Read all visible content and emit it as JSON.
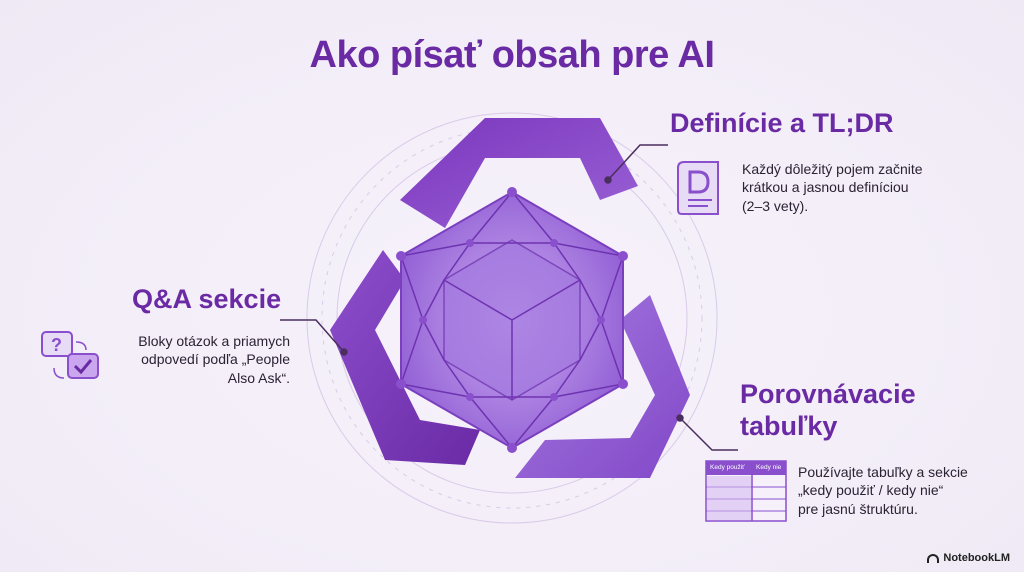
{
  "title": "Ako písať obsah pre AI",
  "sections": {
    "definitions": {
      "heading": "Definície a TL;DR",
      "text_line1": "Každý dôležitý pojem začnite",
      "text_line2": "krátkou a jasnou definíciou",
      "text_line3": "(2–3 vety)."
    },
    "qa": {
      "heading": "Q&A sekcie",
      "text_line1": "Bloky otázok a priamych",
      "text_line2": "odpovedí podľa „People",
      "text_line3": "Also Ask“."
    },
    "tables": {
      "heading_line1": "Porovnávacie",
      "heading_line2": "tabuľky",
      "text_line1": "Používajte tabuľky a sekcie",
      "text_line2": "„kedy použiť / kedy nie“",
      "text_line3": "pre jasnú štruktúru.",
      "table_header_1": "Kedy použiť",
      "table_header_2": "Kedy nie"
    }
  },
  "watermark": "NotebookLM",
  "colors": {
    "title": "#6a2aa3",
    "arrow_dark": "#6e2fb0",
    "arrow_light": "#b48ae0",
    "gem": "#9b6fd8"
  },
  "icons": [
    "document-d-icon",
    "chat-question-icon",
    "comparison-table-icon",
    "notebook-icon"
  ]
}
